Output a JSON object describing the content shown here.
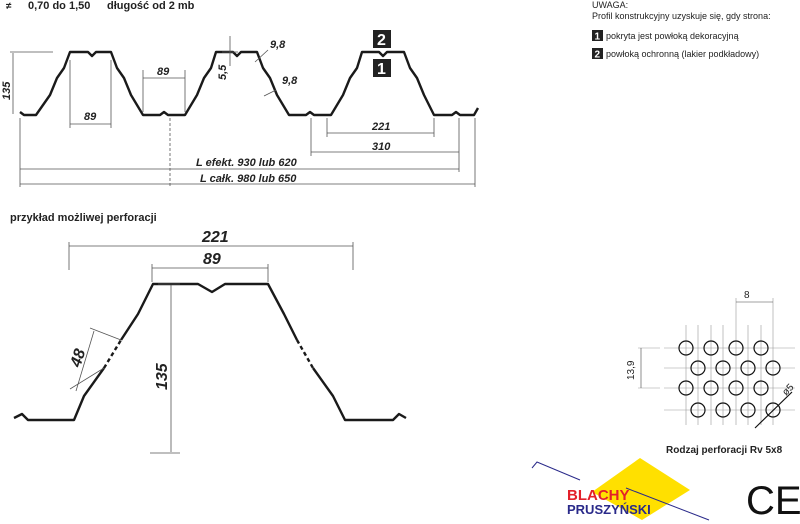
{
  "header": {
    "thickness_symbol": "≠",
    "thickness": "0,70 do 1,50",
    "length": "długość od 2 mb"
  },
  "note": {
    "title": "UWAGA:",
    "subtitle": "Profil konstrukcyjny uzyskuje się, gdy strona:",
    "items": [
      {
        "badge": "1",
        "text": "pokryta jest powłoką dekoracyjną"
      },
      {
        "badge": "2",
        "text": "powłoką ochronną (lakier podkładowy)"
      }
    ]
  },
  "profile_dims": {
    "height": "135",
    "crest_width": "89",
    "valley_width": "89",
    "notch": "5,5",
    "angle1": "9,8",
    "angle2": "9,8",
    "pitch_221": "221",
    "pitch_310": "310",
    "l_efekt": "L efekt. 930 lub 620",
    "l_calk": "L całk. 980 lub 650",
    "side_top": "2",
    "side_bottom": "1"
  },
  "perforation": {
    "title": "przykład możliwej perforacji",
    "dim_221": "221",
    "dim_89": "89",
    "dim_48": "48",
    "dim_135": "135"
  },
  "grid": {
    "pitch": "8",
    "row_pitch": "13,9",
    "diameter": "ø5",
    "caption": "Rodzaj perforacji Rv 5x8"
  },
  "logo": {
    "line1": "BLACHY",
    "line2": "PRUSZYŃSKI",
    "brand_red": "#e3202a",
    "brand_yellow": "#ffe000",
    "brand_blue": "#2a2a8a"
  },
  "ce_mark": "CE"
}
